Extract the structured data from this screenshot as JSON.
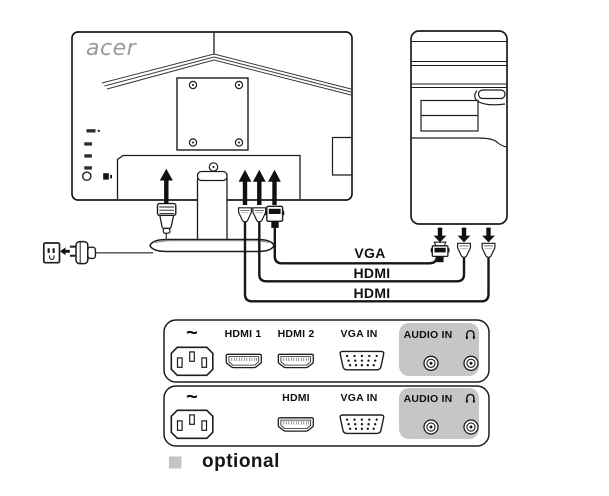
{
  "colors": {
    "line": "#1d1d1b",
    "audio_section_fill": "#c6c6c6",
    "legend_swatch_fill": "#c4c4c4",
    "logo_gray": "#9c9b9b"
  },
  "monitor": {
    "brand_logo": "acer"
  },
  "cables": [
    {
      "label": "VGA"
    },
    {
      "label": "HDMI"
    },
    {
      "label": "HDMI"
    }
  ],
  "rear_panels": [
    {
      "power_symbol": "~",
      "ports": [
        {
          "label": "HDMI 1"
        },
        {
          "label": "HDMI 2"
        },
        {
          "label": "VGA IN"
        }
      ],
      "audio": {
        "label": "AUDIO IN"
      }
    },
    {
      "power_symbol": "~",
      "ports": [
        {
          "label": "HDMI"
        },
        {
          "label": "VGA IN"
        }
      ],
      "audio": {
        "label": "AUDIO IN"
      }
    }
  ],
  "legend": {
    "optional_label": "optional"
  },
  "icons": {
    "wall-outlet-icon": "rect-with-slots",
    "arrow-left-icon": "solid-arrow",
    "up-arrow-icon": "solid-arrow",
    "down-arrow-icon": "solid-arrow",
    "power-inlet-icon": "c14-socket",
    "hdmi-port-icon": "hdmi-receptacle",
    "vga-port-icon": "dsub-15",
    "audio-jack-icon": "concentric-circles",
    "headphone-icon": "headphones",
    "vesa-screw-icon": "circle-dot",
    "power-button-icon": "circle",
    "kensington-lock-icon": "black-square"
  }
}
